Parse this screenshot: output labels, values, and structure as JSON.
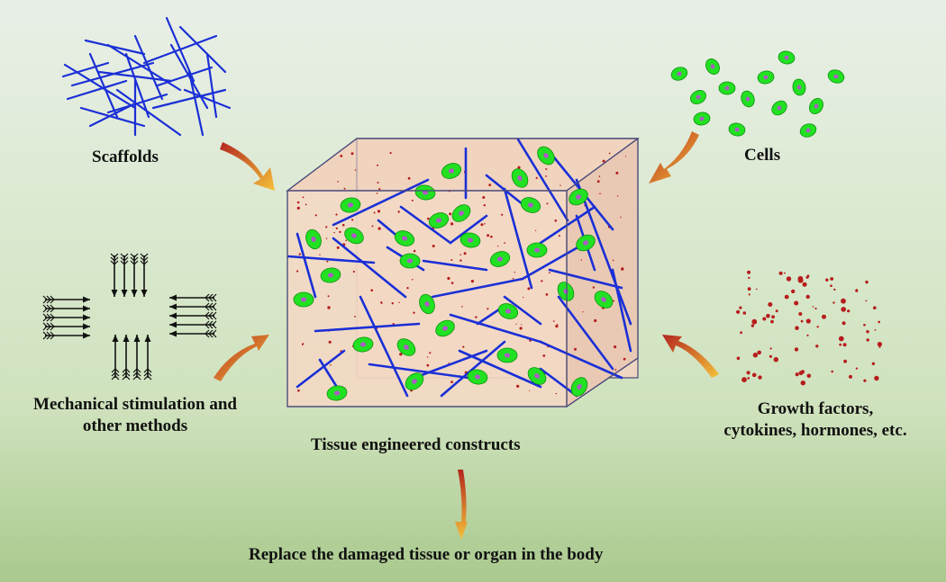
{
  "labels": {
    "scaffolds": "Scaffolds",
    "cells": "Cells",
    "mechanical_line1": "Mechanical stimulation and",
    "mechanical_line2": "other methods",
    "construct": "Tissue engineered constructs",
    "growth_line1": "Growth factors,",
    "growth_line2": "cytokines, hormones, etc.",
    "replace": "Replace the damaged tissue or organ in the body"
  },
  "colors": {
    "fiber": "#1a2fd6",
    "cell_body": "#22e122",
    "cell_nucleus": "#b05ac8",
    "growth_factor": "#b71c1c",
    "cube_face": "#f3d9c4",
    "cube_edge": "#4a4a7a",
    "arrow_light": "#f5c23a",
    "arrow_dark": "#b3261e"
  },
  "icons": {
    "flow_arrow": "curved-gradient-arrow",
    "force_arrows": "fletched-arrow-bundle"
  }
}
